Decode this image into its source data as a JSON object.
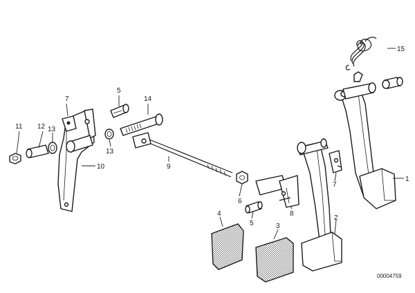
{
  "callouts": {
    "c1": "1",
    "c2": "2",
    "c3": "3",
    "c4": "4",
    "c5a": "5",
    "c5b": "5",
    "c6": "6",
    "c7a": "7",
    "c7b": "7",
    "c8": "8",
    "c9": "9",
    "c10": "10",
    "c11": "11",
    "c12": "12",
    "c13a": "13",
    "c13b": "13",
    "c14": "14",
    "c15": "15"
  },
  "drawing_number": "00004759"
}
